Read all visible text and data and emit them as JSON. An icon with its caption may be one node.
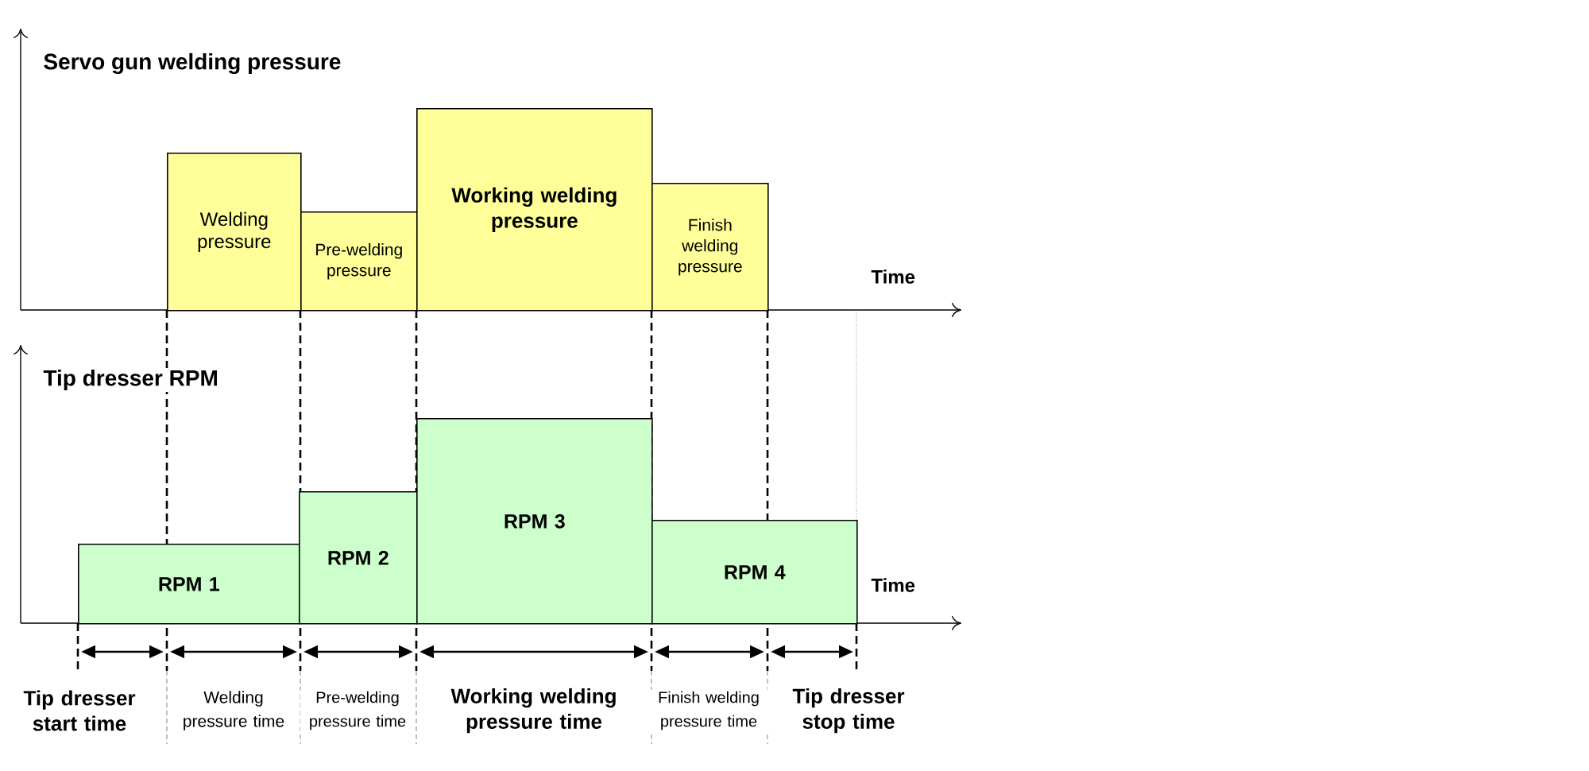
{
  "diagram": {
    "nodes": [
      {
        "text": [
          "Welding pressure"
        ]
      },
      {
        "text": [
          "Pre-welding pressure"
        ]
      },
      {
        "text": [
          "Working welding pressure"
        ]
      },
      {
        "text": [
          "Finish welding pressure"
        ]
      },
      {
        "text": [
          "RPM 1"
        ]
      },
      {
        "text": [
          "RPM 2"
        ]
      },
      {
        "text": [
          "RPM 3"
        ]
      },
      {
        "text": [
          "RPM 4"
        ]
      }
    ],
    "labels": [
      "Servo gun welding pressure",
      "Time",
      "Tip dresser RPM",
      "Time",
      "Tip dresser start time",
      "Welding pressure time",
      "Pre-welding pressure time",
      "Working welding pressure time",
      "Finish welding pressure time",
      "Tip dresser stop time"
    ]
  }
}
